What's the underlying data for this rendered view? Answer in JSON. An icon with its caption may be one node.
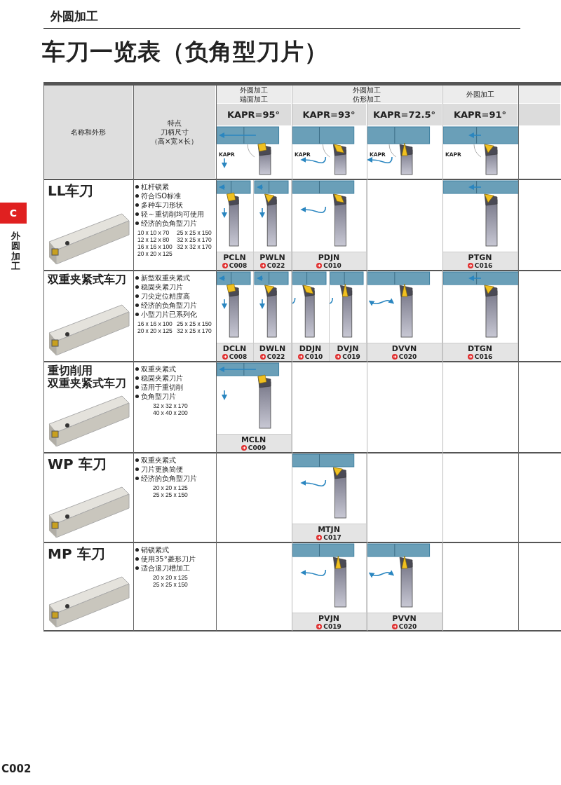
{
  "diagram": {
    "title": "车刀一览表（负角型刀片）",
    "labels": [
      "外圆加工",
      "C",
      "外圆加工",
      "名称和外形",
      "特点",
      "刀柄尺寸",
      "（高×宽×长）",
      "外圆加工",
      "端面加工",
      "外圆加工",
      "仿形加工",
      "外圆加工",
      "KAPR=95°",
      "KAPR=93°",
      "KAPR=72.5°",
      "KAPR=91°",
      "KAPR",
      "KAPR",
      "KAPR",
      "KAPR",
      "LL车刀",
      "杠杆锁紧",
      "符合ISO标准",
      "多种车刀形状",
      "轻～重切削均可使用",
      "经济的负角型刀片",
      "10 x 10 x 70",
      "25 x 25 x 150",
      "12 x 12 x 80",
      "32 x 25 x 170",
      "16 x 16 x 100",
      "32 x 32 x 170",
      "20 x 20 x 125",
      "PCLN",
      "C008",
      "PWLN",
      "C022",
      "PDJN",
      "C010",
      "PTGN",
      "C016",
      "双重夹紧式车刀",
      "新型双重夹紧式",
      "稳固夹紧刀片",
      "刀尖定位精度高",
      "经济的负角型刀片",
      "小型刀片已系列化",
      "16 x 16 x 100",
      "25 x 25 x 150",
      "20 x 20 x 125",
      "32 x 25 x 170",
      "DCLN",
      "C008",
      "DWLN",
      "C022",
      "DDJN",
      "C010",
      "DVJN",
      "C019",
      "DVVN",
      "C020",
      "DTGN",
      "C016",
      "重切削用",
      "双重夹紧式车刀",
      "双重夹紧式",
      "稳固夹紧刀片",
      "适用于重切削",
      "负角型刀片",
      "32 x 32 x 170",
      "40 x 40 x 200",
      "MCLN",
      "C009",
      "WP 车刀",
      "双重夹紧式",
      "刀片更换简便",
      "经济的负角型刀片",
      "20 x 20 x 125",
      "25 x 25 x 150",
      "MTJN",
      "C017",
      "MP 车刀",
      "销锁紧式",
      "使用35°菱形刀片",
      "适合退刀槽加工",
      "20 x 20 x 125",
      "25 x 25 x 150",
      "PVJN",
      "C019",
      "PVVN",
      "C020",
      "C002"
    ]
  }
}
